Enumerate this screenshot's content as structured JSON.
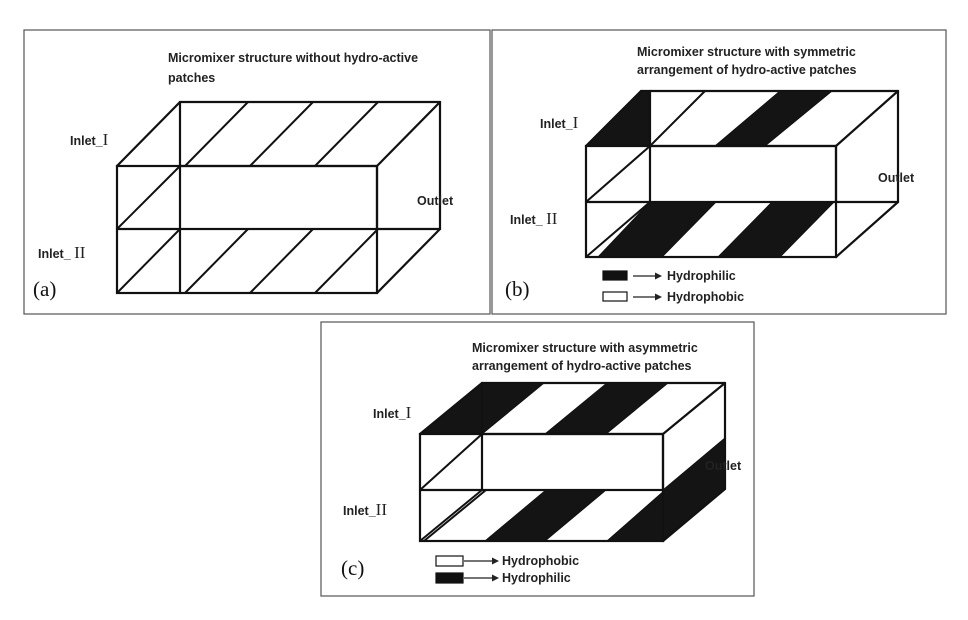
{
  "panels": [
    {
      "id": "a",
      "letter": "(a)",
      "title_line1": "Micromixer structure  without  hydro-active",
      "title_line2": "patches",
      "inlet1_prefix": "Inlet_",
      "inlet1_roman": "I",
      "inlet2_prefix": "Inlet_ ",
      "inlet2_roman": "II",
      "outlet": "Outlet"
    },
    {
      "id": "b",
      "letter": "(b)",
      "title_line1": "Micromixer structure  with  symmetric",
      "title_line2": "arrangement of  hydro-active patches",
      "inlet1_prefix": "Inlet_",
      "inlet1_roman": "I",
      "inlet2_prefix": "Inlet_ ",
      "inlet2_roman": "II",
      "outlet": "Outlet",
      "legend": [
        {
          "swatch": "dark",
          "label": "Hydrophilic"
        },
        {
          "swatch": "light",
          "label": "Hydrophobic"
        }
      ]
    },
    {
      "id": "c",
      "letter": "(c)",
      "title_line1": "Micromixer structure  with asymmetric",
      "title_line2": "arrangement of  hydro-active patches",
      "inlet1_prefix": "Inlet_",
      "inlet1_roman": "I",
      "inlet2_prefix": "Inlet_",
      "inlet2_roman": "II",
      "outlet": "Outlet",
      "legend": [
        {
          "swatch": "light",
          "label": "Hydrophobic"
        },
        {
          "swatch": "dark",
          "label": "Hydrophilic"
        }
      ]
    }
  ],
  "colors": {
    "patch": "#141414",
    "line": "#111111",
    "frame": "#555555"
  }
}
